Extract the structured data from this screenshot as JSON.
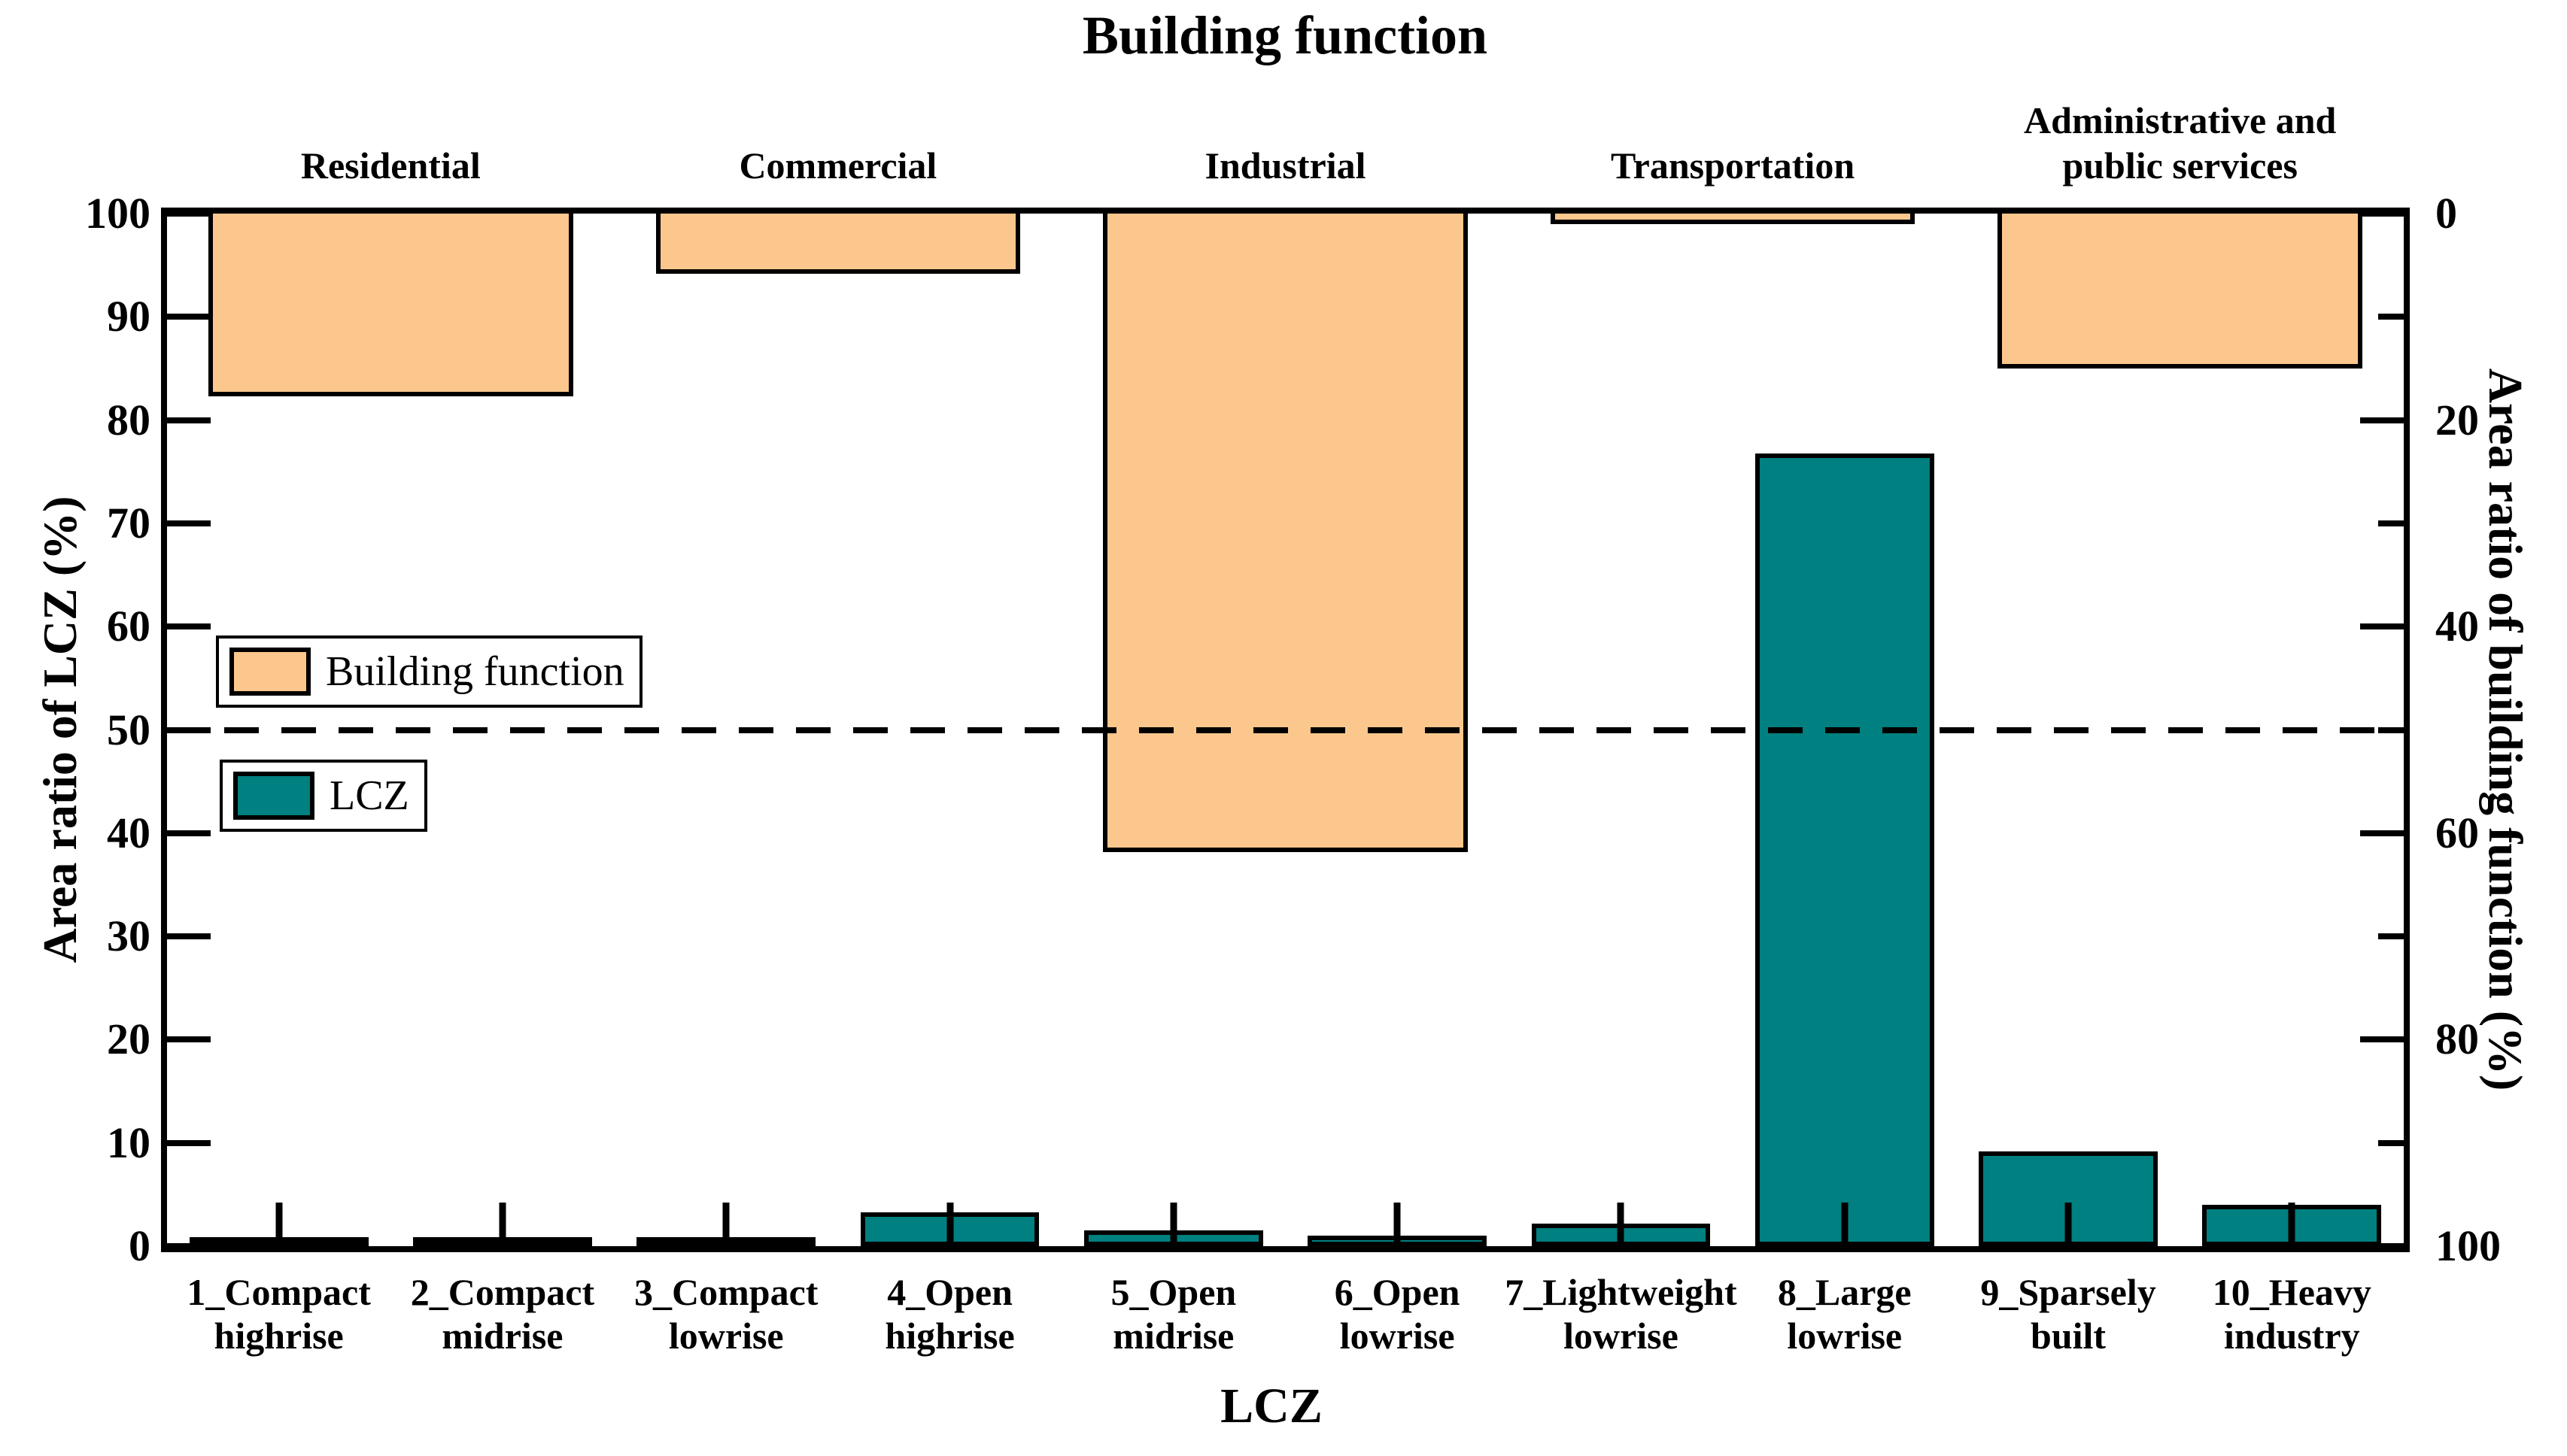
{
  "title": "Building function",
  "x_axis_title": "LCZ",
  "left_axis_title": "Area ratio of LCZ (%)",
  "right_axis_title": "Area ratio of building function (%)",
  "legend": {
    "items": [
      {
        "label": "Building function",
        "color": "#FCC78D"
      },
      {
        "label": "LCZ",
        "color": "#008080"
      }
    ]
  },
  "colors": {
    "building_function": "#FCC78D",
    "lcz": "#008080",
    "border": "#000000",
    "background": "#FFFFFF"
  },
  "chart_data": {
    "type": "bar",
    "title": "Building function",
    "xlabel": "LCZ",
    "ylabel_left": "Area ratio of LCZ (%)",
    "ylabel_right": "Area ratio of building function (%)",
    "ylim_left": [
      0,
      100
    ],
    "ylim_right": [
      0,
      100
    ],
    "right_axis_inverted": true,
    "grid": false,
    "reference_line_left_value": 50,
    "reference_line_style": "dashed",
    "left_tick_values": [
      0,
      10,
      20,
      30,
      40,
      50,
      60,
      70,
      80,
      90,
      100
    ],
    "right_major_tick_values": [
      0,
      20,
      40,
      60,
      80,
      100
    ],
    "right_minor_tick_values": [
      10,
      30,
      50,
      70,
      90
    ],
    "categories": [
      "1_Compact highrise",
      "2_Compact midrise",
      "3_Compact lowrise",
      "4_Open highrise",
      "5_Open midrise",
      "6_Open lowrise",
      "7_Lightweight lowrise",
      "8_Large lowrise",
      "9_Sparsely built",
      "10_Heavy industry"
    ],
    "category_label_lines": [
      [
        "1_Compact",
        "highrise"
      ],
      [
        "2_Compact",
        "midrise"
      ],
      [
        "3_Compact",
        "lowrise"
      ],
      [
        "4_Open",
        "highrise"
      ],
      [
        "5_Open",
        "midrise"
      ],
      [
        "6_Open",
        "lowrise"
      ],
      [
        "7_Lightweight",
        "lowrise"
      ],
      [
        "8_Large",
        "lowrise"
      ],
      [
        "9_Sparsely",
        "built"
      ],
      [
        "10_Heavy",
        "industry"
      ]
    ],
    "series": [
      {
        "name": "LCZ",
        "axis": "left",
        "color": "#008080",
        "values": [
          0.2,
          0.7,
          0.5,
          3.3,
          1.5,
          1.0,
          2.2,
          76.8,
          9.2,
          4.0
        ]
      },
      {
        "name": "Building function",
        "axis": "right",
        "color": "#FCC78D",
        "group_labels": [
          "Residential",
          "Commercial",
          "Industrial",
          "Transportation",
          "Administrative and public services"
        ],
        "group_label_lines": [
          [
            "Residential"
          ],
          [
            "Commercial"
          ],
          [
            "Industrial"
          ],
          [
            "Transportation"
          ],
          [
            "Administrative and",
            "public services"
          ]
        ],
        "values": [
          17.7,
          5.8,
          61.8,
          1.0,
          15.0
        ]
      }
    ]
  }
}
